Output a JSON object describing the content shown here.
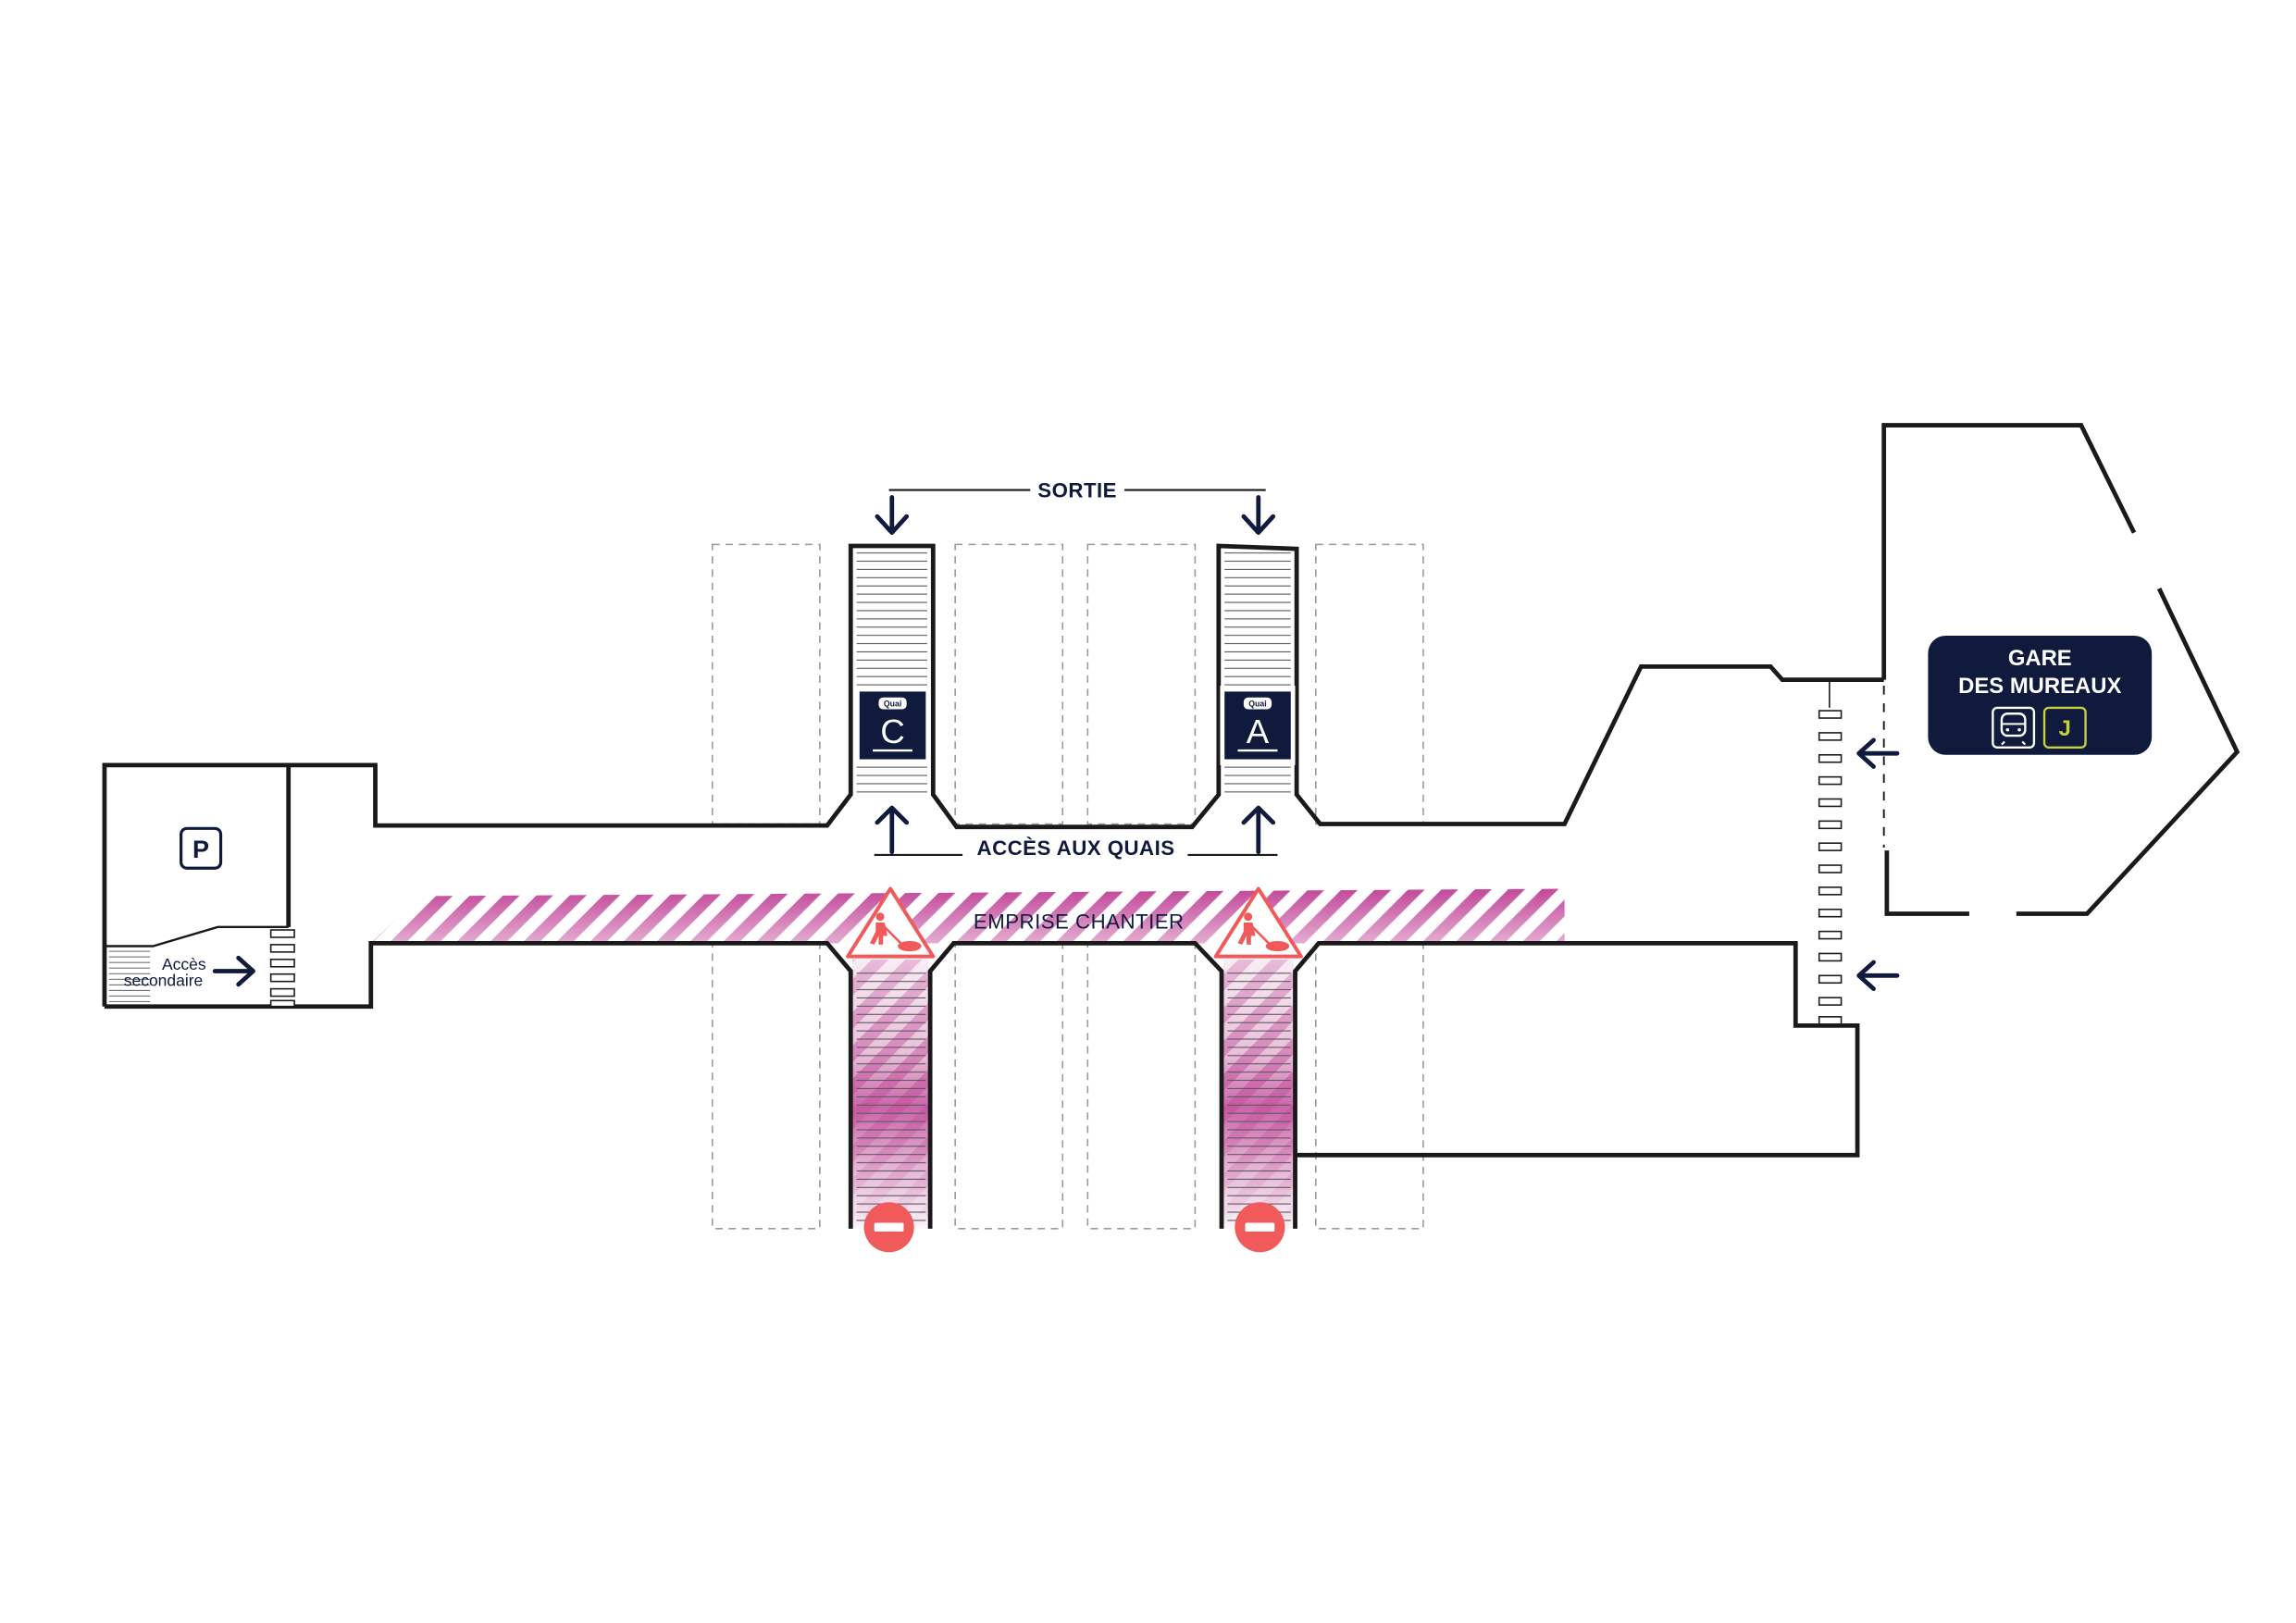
{
  "labels": {
    "exit": "SORTIE",
    "platform_access": "ACCÈS AUX QUAIS",
    "construction_zone": "EMPRISE CHANTIER",
    "secondary_access_line1": "Accès",
    "secondary_access_line2": "secondaire"
  },
  "platforms": [
    {
      "badge": "Quai",
      "letter": "C"
    },
    {
      "badge": "Quai",
      "letter": "A"
    }
  ],
  "station": {
    "name_line1": "GARE",
    "name_line2": "DES MUREAUX",
    "line": "J",
    "icons": [
      "train-icon",
      "line-j-icon"
    ]
  },
  "parking": {
    "symbol": "P",
    "icon": "parking-icon"
  },
  "signage_icons": [
    "roadworks-warning-icon",
    "no-entry-icon",
    "arrow-down-icon",
    "arrow-up-icon",
    "arrow-left-icon",
    "arrow-right-icon"
  ],
  "colors": {
    "navy": "#101a3d",
    "outline": "#1a1a1a",
    "pink": "#c2489a",
    "red": "#f05a5a",
    "jline": "#c5d03f",
    "track": "#9a9a9a"
  }
}
